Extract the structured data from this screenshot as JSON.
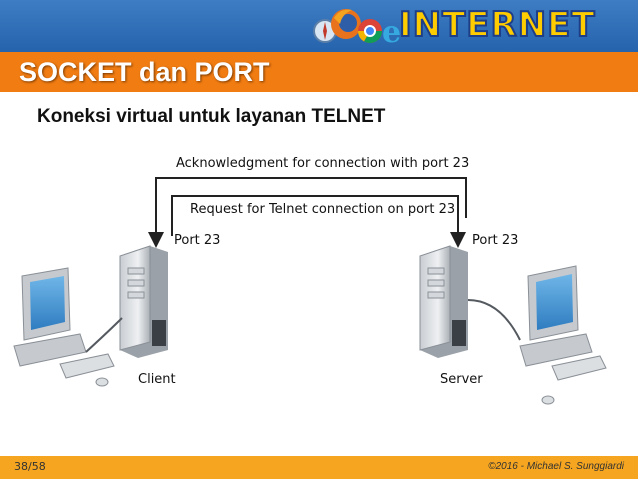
{
  "header": {
    "brand": "INTERNET",
    "icons": [
      "firefox-icon",
      "chrome-icon",
      "safari-icon",
      "internet-explorer-icon"
    ],
    "colors": {
      "band": "#2e6db5",
      "brand_text": "#ffcc00"
    }
  },
  "title": "SOCKET dan PORT",
  "subtitle": "Koneksi virtual untuk layanan TELNET",
  "diagram": {
    "ack_label": "Acknowledgment for connection with port 23",
    "request_label": "Request for Telnet connection on port 23",
    "client_port": "Port 23",
    "server_port": "Port 23",
    "client_label": "Client",
    "server_label": "Server"
  },
  "footer": {
    "page": "38/58",
    "copyright": "©2016 - Michael S. Sunggiardi",
    "color": "#f5a51f"
  },
  "colors": {
    "title_bar": "#f07c12"
  }
}
